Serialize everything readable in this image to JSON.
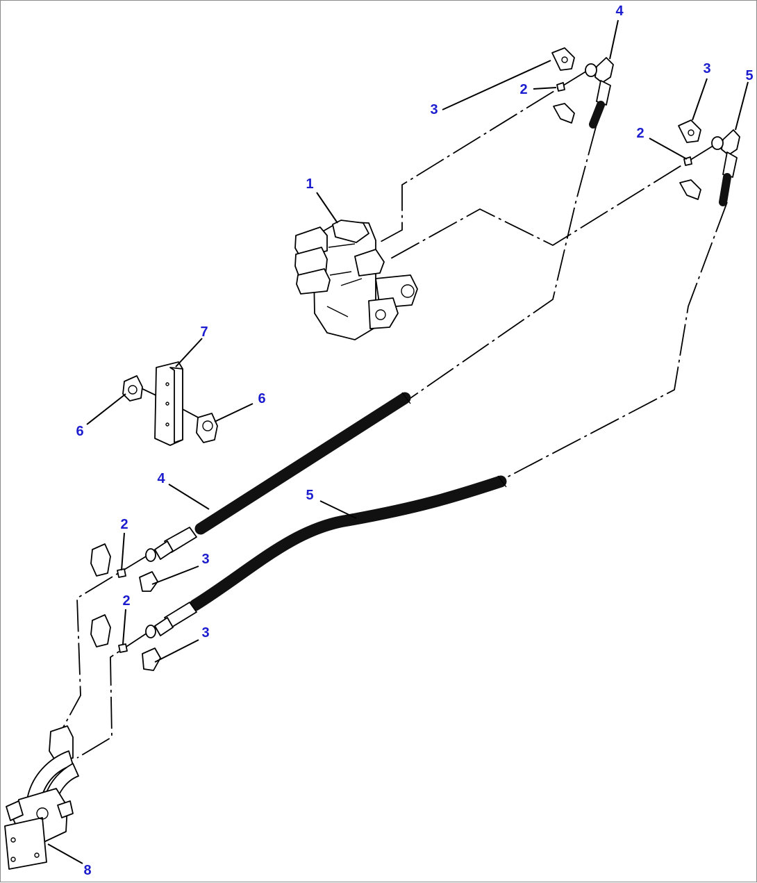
{
  "diagram": {
    "callouts": [
      {
        "id": "c1",
        "label": "1"
      },
      {
        "id": "c2a",
        "label": "2"
      },
      {
        "id": "c2b",
        "label": "2"
      },
      {
        "id": "c2c",
        "label": "2"
      },
      {
        "id": "c2d",
        "label": "2"
      },
      {
        "id": "c3a",
        "label": "3"
      },
      {
        "id": "c3b",
        "label": "3"
      },
      {
        "id": "c3c",
        "label": "3"
      },
      {
        "id": "c3d",
        "label": "3"
      },
      {
        "id": "c4a",
        "label": "4"
      },
      {
        "id": "c4b",
        "label": "4"
      },
      {
        "id": "c5a",
        "label": "5"
      },
      {
        "id": "c5b",
        "label": "5"
      },
      {
        "id": "c6a",
        "label": "6"
      },
      {
        "id": "c6b",
        "label": "6"
      },
      {
        "id": "c7",
        "label": "7"
      },
      {
        "id": "c8",
        "label": "8"
      }
    ],
    "colors": {
      "callout_text": "#1c1ccf",
      "linework": "#000000",
      "background": "#ffffff"
    }
  }
}
